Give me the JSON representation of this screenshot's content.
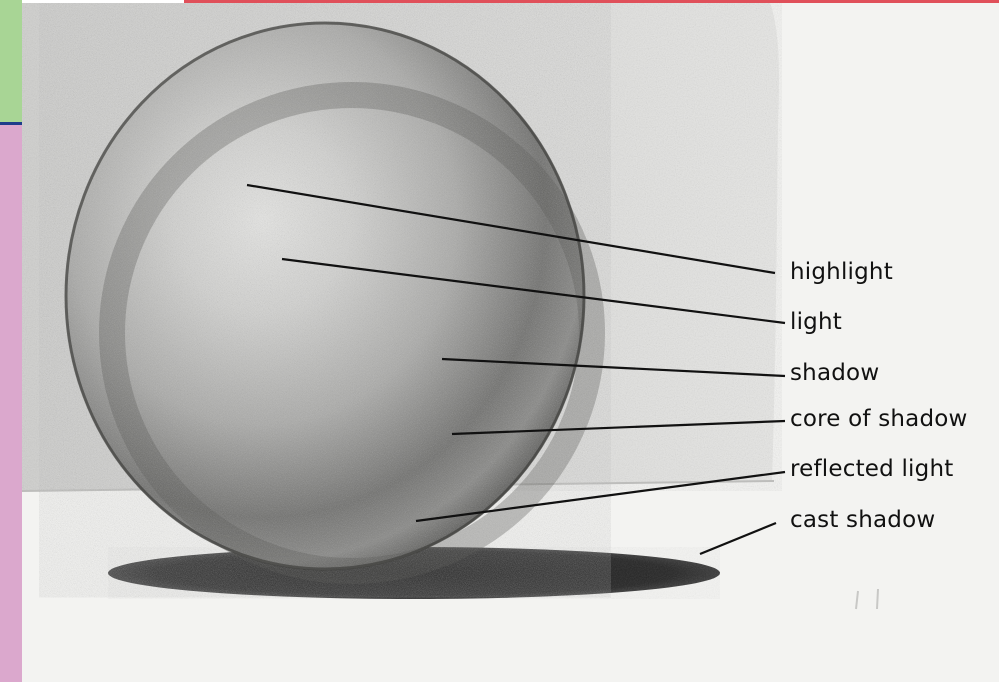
{
  "labels": {
    "highlight": "highlight",
    "light": "light",
    "shadow": "shadow",
    "core_of_shadow": "core of shadow",
    "reflected_light": "reflected light",
    "cast_shadow": "cast shadow"
  },
  "colors": {
    "corner_block": "#a8d595",
    "side_strip": "#dba8cd",
    "top_strip": "#e0505a",
    "corner_line": "#1f3c8a"
  }
}
